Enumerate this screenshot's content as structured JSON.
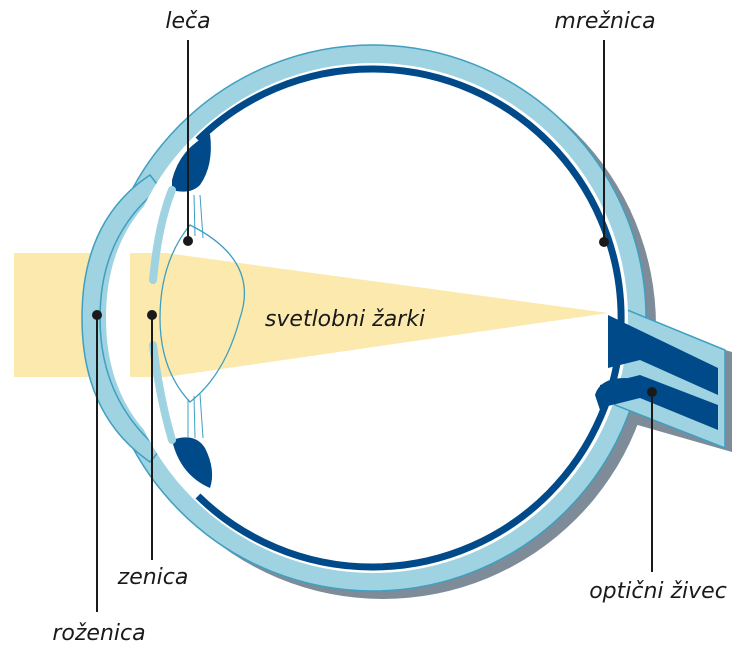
{
  "labels": {
    "lens": "leča",
    "retina": "mrežnica",
    "light_rays": "svetlobni žarki",
    "pupil": "zenica",
    "cornea": "roženica",
    "optic_nerve": "optični živec"
  },
  "colors": {
    "light_blue": "#9fd3e2",
    "light_blue_edge": "#3f9fc0",
    "dark_blue": "#004a8a",
    "shadow_gray": "#7d8c98",
    "light_beam": "#fbe9ae",
    "leader_line": "#1a1a1a"
  }
}
